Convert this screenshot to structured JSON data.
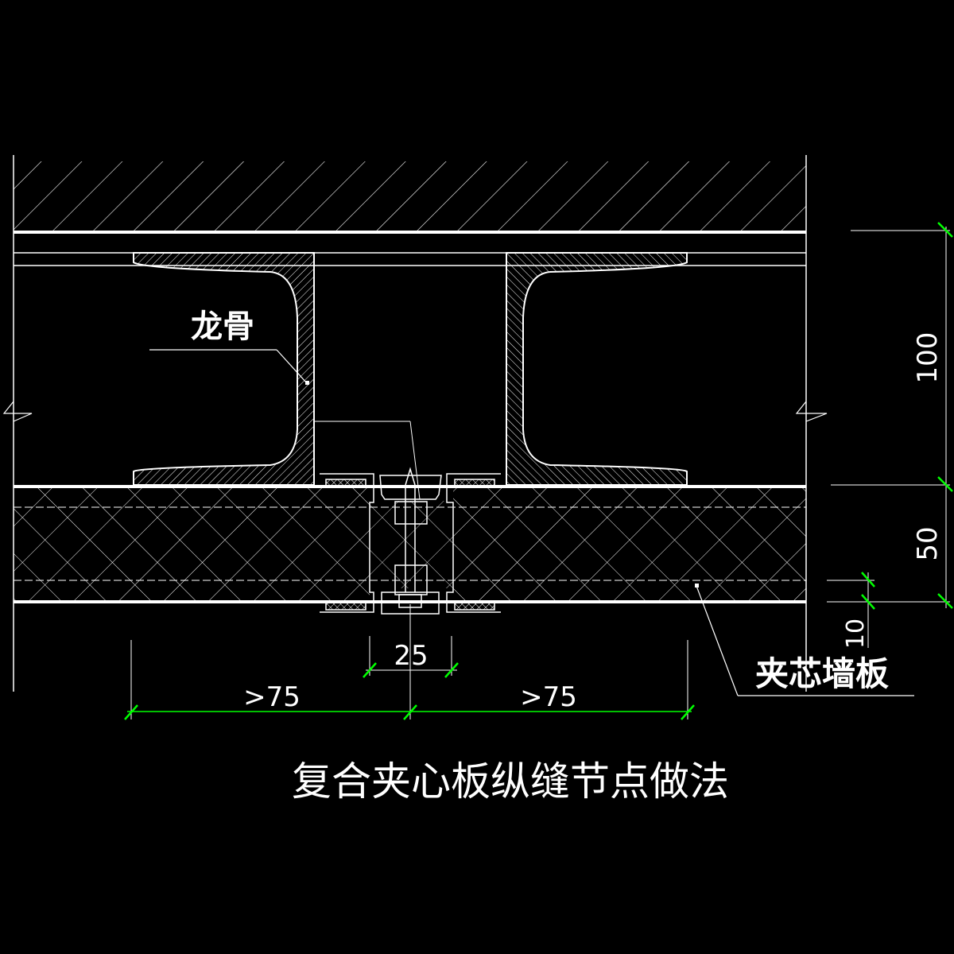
{
  "labels": {
    "keel": "龙骨",
    "sandwich_panel": "夹芯墙板",
    "title": "复合夹心板纵缝节点做法"
  },
  "dimensions": {
    "keel_depth": "100",
    "panel_thickness": "50",
    "offset": "10",
    "joint_width": "25",
    "left_span": ">75",
    "right_span": ">75"
  },
  "colors": {
    "background": "#000000",
    "lines": "#ffffff",
    "dimension_ticks": "#00ff00"
  }
}
